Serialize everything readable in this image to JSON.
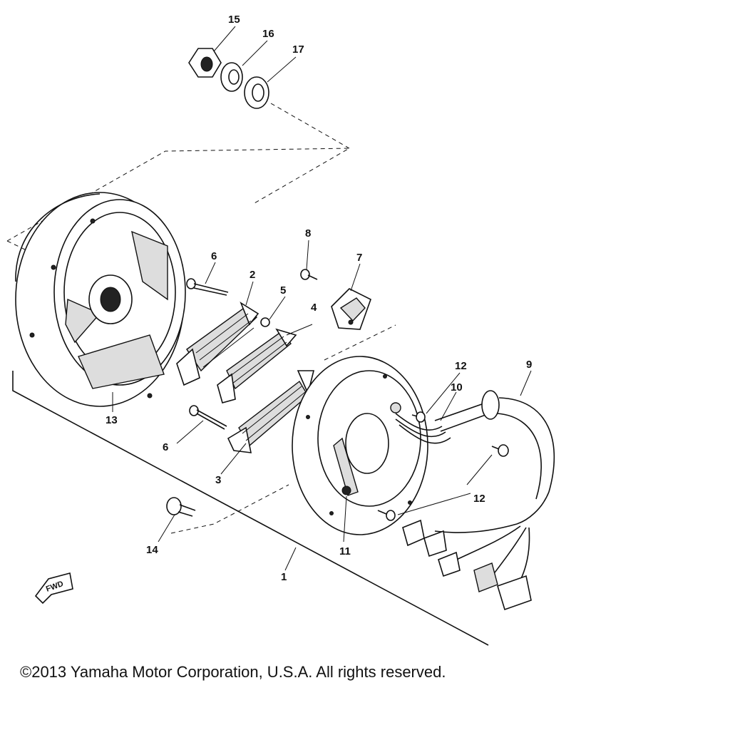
{
  "callouts": {
    "c1": "1",
    "c2": "2",
    "c3": "3",
    "c4": "4",
    "c5": "5",
    "c6a": "6",
    "c6b": "6",
    "c7": "7",
    "c8": "8",
    "c9": "9",
    "c10": "10",
    "c11": "11",
    "c12a": "12",
    "c12b": "12",
    "c13": "13",
    "c14": "14",
    "c15": "15",
    "c16": "16",
    "c17": "17"
  },
  "fwd_label": "FWD",
  "copyright": "©2013 Yamaha Motor Corporation, U.S.A. All rights reserved."
}
